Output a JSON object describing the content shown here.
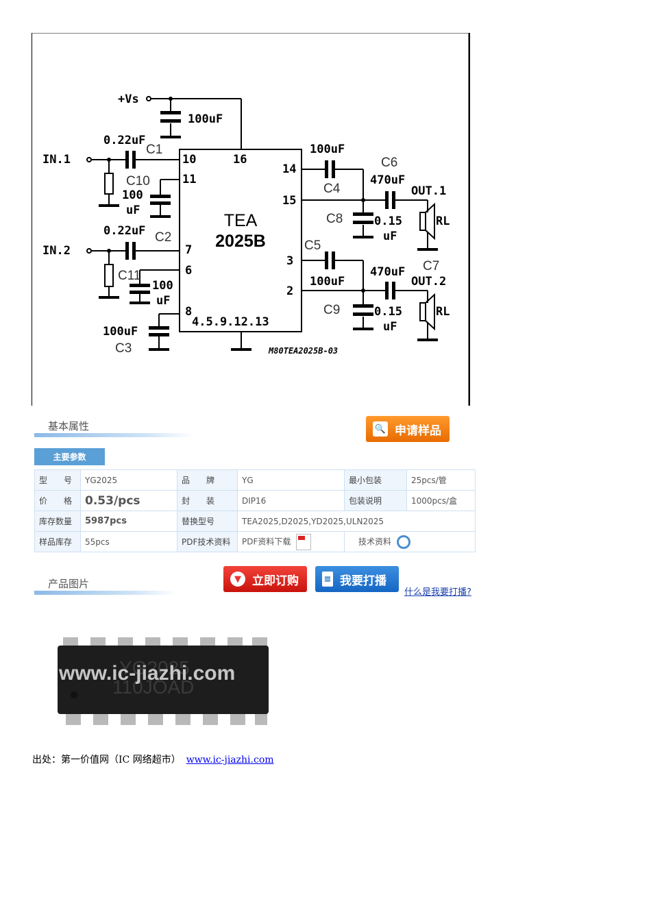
{
  "schematic": {
    "supply_label": "+Vs",
    "c_supply": "100uF",
    "chip_name_line1": "TEA",
    "chip_name_line2": "2025B",
    "in1": "IN.1",
    "in2": "IN.2",
    "out1": "OUT.1",
    "out2": "OUT.2",
    "rl1": "RL",
    "rl2": "RL",
    "c1_value": "0.22uF",
    "c1_name": "C1",
    "c2_value": "0.22uF",
    "c2_name": "C2",
    "c10_name": "C10",
    "c10_value1": "100",
    "c10_value2": "uF",
    "c11_name": "C11",
    "c11_value1": "100",
    "c11_value2": "uF",
    "c3_value": "100uF",
    "c3_name": "C3",
    "c4_value": "100uF",
    "c4_name": "C4",
    "c5_value": "100uF",
    "c5_name": "C5",
    "c6_name": "C6",
    "c6_value": "470uF",
    "c7_name": "C7",
    "c7_value": "470uF",
    "c8_name": "C8",
    "c8_value1": "0.15",
    "c8_value2": "uF",
    "c9_name": "C9",
    "c9_value1": "0.15",
    "c9_value2": "uF",
    "pins": {
      "p10": "10",
      "p11": "11",
      "p16": "16",
      "p7": "7",
      "p6": "6",
      "p8": "8",
      "p14": "14",
      "p15": "15",
      "p3": "3",
      "p2": "2",
      "gnd": "4.5.9.12.13"
    },
    "drawing_id": "M80TEA2025B-03"
  },
  "basic": {
    "title": "基本属性",
    "sample_button": "申请样品",
    "tab": "主要参数",
    "rows": [
      [
        "型　　号",
        "YG2025",
        "品　　牌",
        "YG",
        "最小包装",
        "25pcs/管"
      ],
      [
        "价　　格",
        "0.53/pcs",
        "封　　装",
        "DIP16",
        "包装说明",
        "1000pcs/盒"
      ],
      [
        "库存数量",
        "5987pcs",
        "替换型号",
        "TEA2025,D2025,YD2025,ULN2025"
      ],
      [
        "样品库存",
        "55pcs",
        "PDF技术资料",
        "PDF资料下载",
        "技术资料"
      ]
    ]
  },
  "product": {
    "title": "产品图片",
    "buy_button": "立即订购",
    "broadcast_button": "我要打播",
    "what_link": "什么是我要打播?",
    "watermark": "www.ic-jiazhi.com",
    "chip_marking1": "YG2025",
    "chip_marking2": "110JOAD"
  },
  "footer": {
    "prefix": "出处：第一价值网（IC 网络超市）",
    "link": "www.ic-jiazhi.com"
  }
}
